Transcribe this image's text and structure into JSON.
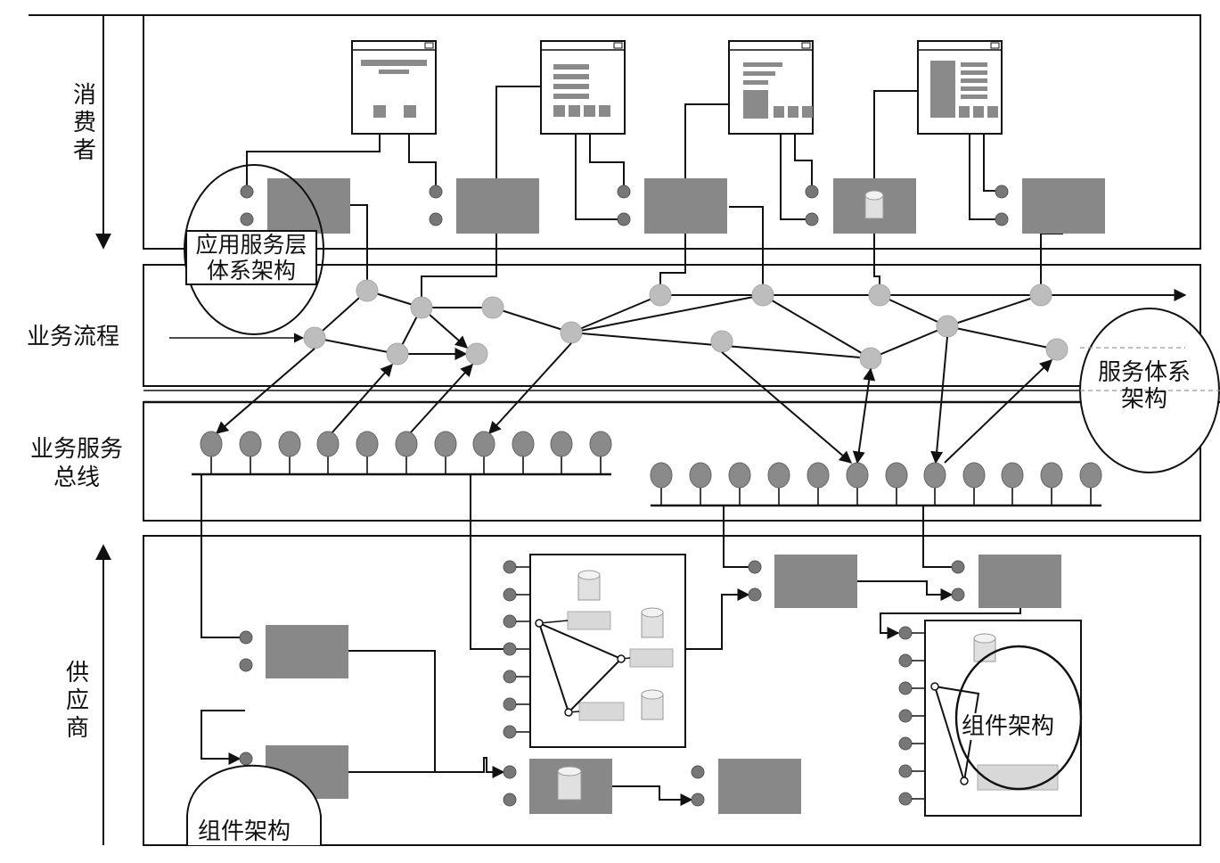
{
  "layers": {
    "consumer": "消费者",
    "process": "业务流程",
    "bus": "业务服务总线",
    "provider": "供应商"
  },
  "callouts": {
    "app_layer": "应用服务层体系架构",
    "soa": "服务体系架构",
    "component_1": "组件架构",
    "component_2": "组件架构"
  },
  "colors": {
    "line": "#111111",
    "box": "#888888",
    "node": "#bdbdbd",
    "bus_node": "#8a8a8a",
    "db": "#e0e0e0"
  }
}
